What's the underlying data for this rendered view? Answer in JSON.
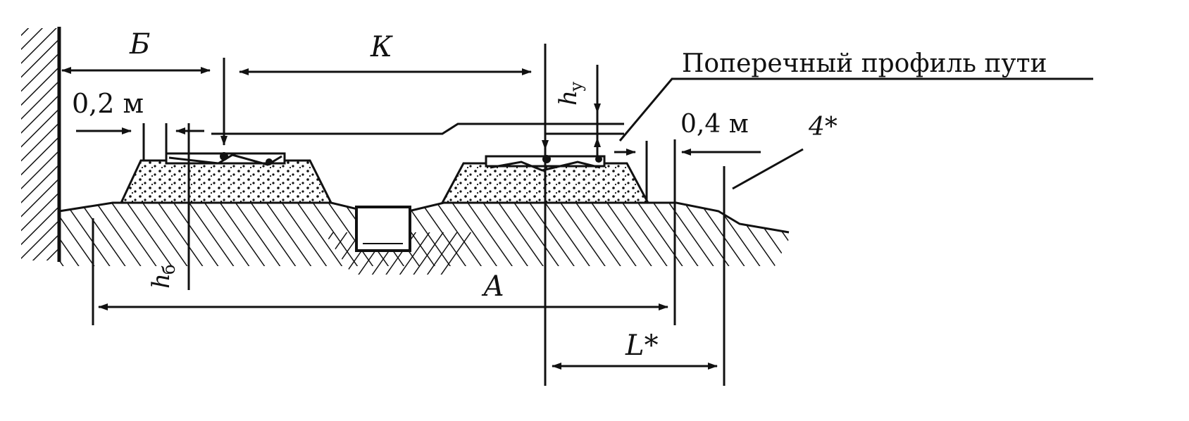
{
  "labels": {
    "b": "Б",
    "k": "К",
    "a": "А",
    "l": "L*",
    "hy": "h",
    "hy_sub": "у",
    "hb": "h",
    "hb_sub": "б",
    "dist_02": "0,2 м",
    "dist_04": "0,4 м",
    "marker4": "4*",
    "profile": "Поперечный профиль пути"
  }
}
